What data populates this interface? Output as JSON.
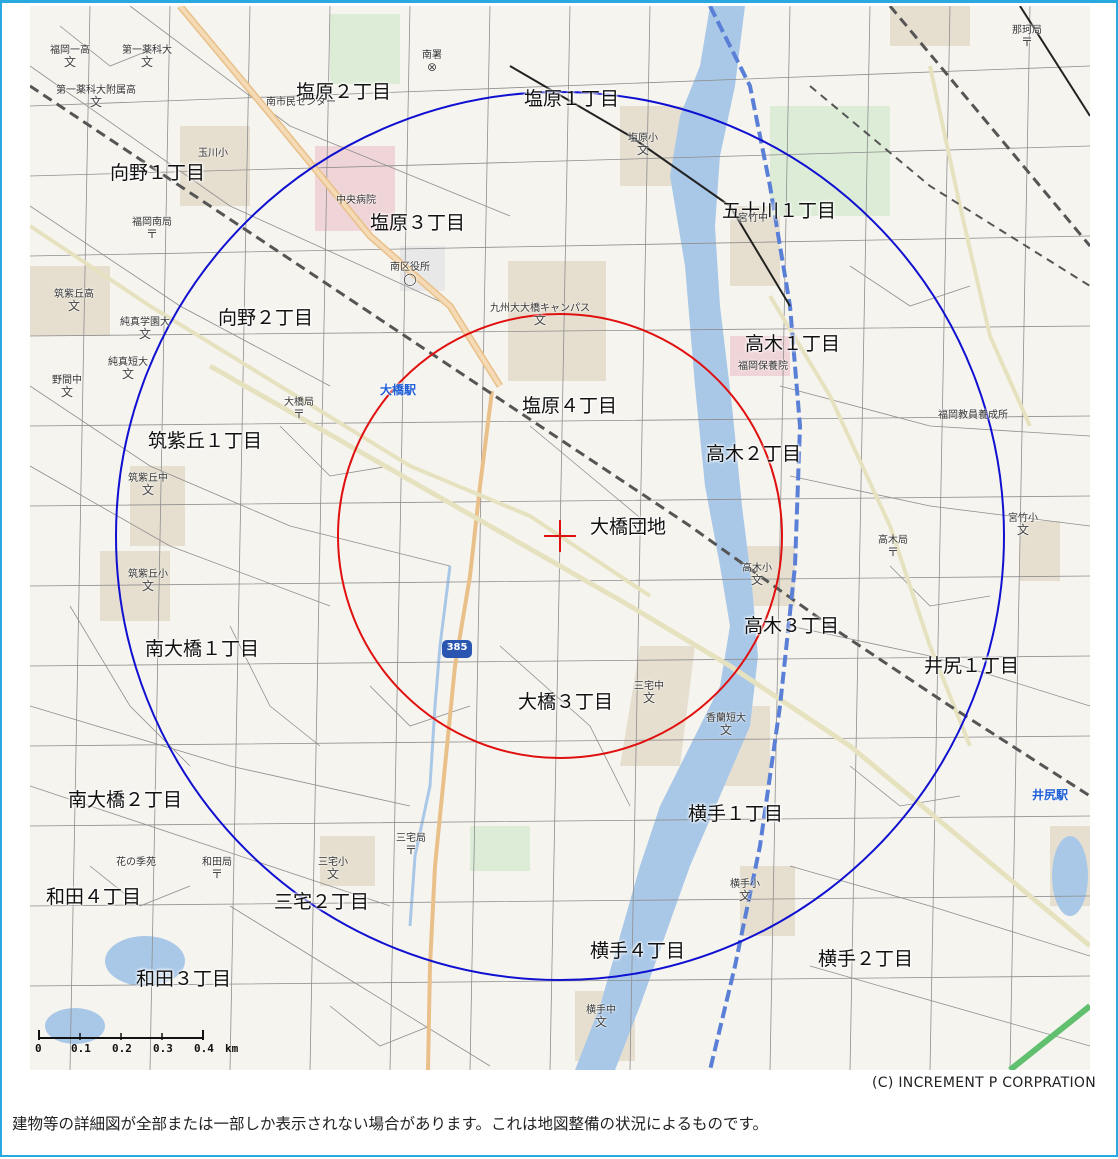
{
  "map": {
    "copyright": "(C) INCREMENT P CORPRATION",
    "notice": "建物等の詳細図が全部または一部しか表示されない場合があります。これは地図整備の状況によるものです。",
    "scale_bar": {
      "ticks": [
        "0",
        "0.1",
        "0.2",
        "0.3",
        "0.4"
      ],
      "unit": "km"
    },
    "center_marker": "crosshair-icon",
    "circles": [
      {
        "name": "inner-radius",
        "color": "#e01010"
      },
      {
        "name": "outer-radius",
        "color": "#1010d0"
      }
    ],
    "area_labels": [
      "塩原２丁目",
      "塩原１丁目",
      "向野１丁目",
      "塩原３丁目",
      "五十川１丁目",
      "向野２丁目",
      "高木１丁目",
      "塩原４丁目",
      "筑紫丘１丁目",
      "高木２丁目",
      "大橋団地",
      "南大橋１丁目",
      "高木３丁目",
      "井尻１丁目",
      "大橋３丁目",
      "南大橋２丁目",
      "横手１丁目",
      "和田４丁目",
      "三宅２丁目",
      "横手４丁目",
      "横手２丁目",
      "和田３丁目"
    ],
    "poi_labels": [
      "福岡一高",
      "第一薬科大",
      "第一薬科大附属高",
      "南署",
      "南市民センター",
      "玉川小",
      "塩原小",
      "中央病院",
      "福岡南局",
      "宮竹中",
      "南区役所",
      "筑紫丘高",
      "純真学園大",
      "九州大大橋キャンパス",
      "純真短大",
      "野間中",
      "福岡保養院",
      "大橋局",
      "福岡教員養成所",
      "筑紫丘中",
      "宮竹小",
      "高木局",
      "高木小",
      "筑紫丘小",
      "三宅中",
      "香蘭短大",
      "三宅局",
      "花の季苑",
      "和田局",
      "三宅小",
      "横手小",
      "横手中",
      "那珂局"
    ],
    "stations": [
      "大橋駅",
      "井尻駅"
    ],
    "route_shield": "385"
  }
}
